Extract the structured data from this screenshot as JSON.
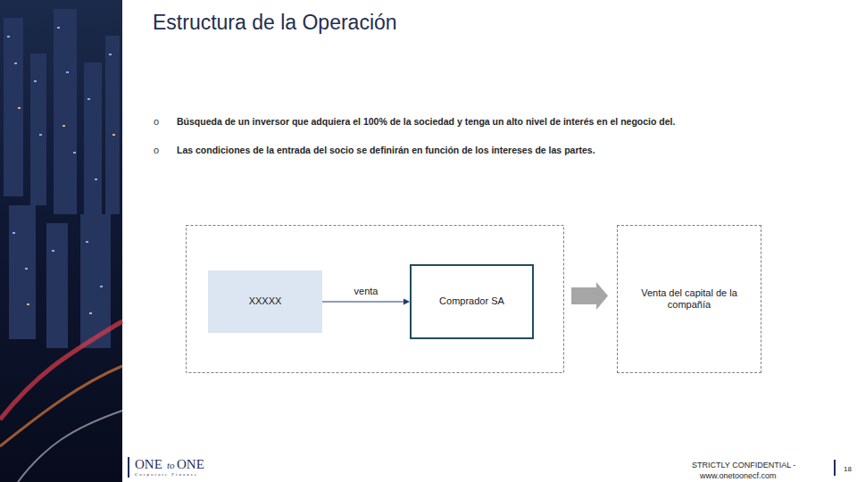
{
  "diagram": {
    "title": "Estructura de la Operación",
    "nodes": [
      {
        "text": [
          "XXXXX"
        ]
      },
      {
        "text": [
          "Comprador SA"
        ]
      },
      {
        "text": [
          "Venta del capital de la compañía"
        ]
      }
    ],
    "edges": [
      {
        "from": 0,
        "to": 1,
        "label": "venta",
        "arrow": "to"
      }
    ],
    "labels": [
      "o",
      "Búsqueda de un inversor que adquiera el 100% de la sociedad y tenga un alto nivel de interés en el negocio del.",
      "o",
      "Las condiciones de la entrada del socio se definirán en función de los intereses de las partes.",
      "ONE",
      "to",
      "ONE",
      "Corporate Finance",
      "STRICTLY CONFIDENTIAL -",
      "www.onetoonecf.com",
      "18"
    ]
  }
}
